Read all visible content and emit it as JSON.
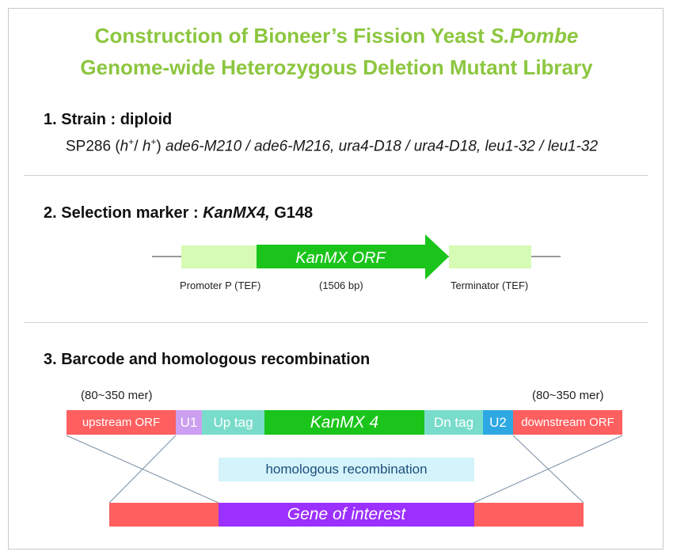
{
  "title": {
    "line1_prefix": "Construction of Bioneer’s Fission Yeast ",
    "line1_species": "S.Pombe",
    "line2": "Genome-wide Heterozygous Deletion Mutant Library"
  },
  "section1": {
    "heading": "1. Strain : diploid",
    "strain": "SP286",
    "h1": "h",
    "sup1": "+",
    "slash": "/ ",
    "h2": "h",
    "sup2": "+",
    "genotype": "ade6-M210 / ade6-M216, ura4-D18 / ura4-D18, leu1-32 / leu1-32"
  },
  "section2": {
    "heading_prefix": "2.  Selection marker : ",
    "marker": "KanMX4,",
    "heading_suffix": " G148",
    "orf_label": "KanMX ORF",
    "promoter_caption": "Promoter P (TEF)",
    "size_caption": "(1506 bp)",
    "terminator_caption": "Terminator (TEF)"
  },
  "section3": {
    "heading": "3.  Barcode and homologous recombination",
    "left_mer": "(80~350 mer)",
    "right_mer": "(80~350 mer)",
    "upstream": "upstream ORF",
    "u1": "U1",
    "up_tag": "Up tag",
    "kanmx": "KanMX 4",
    "dn_tag": "Dn tag",
    "u2": "U2",
    "downstream": "downstream ORF",
    "recombination": "homologous recombination",
    "gene": "Gene of interest"
  },
  "colors": {
    "title_green": "#8cc63f",
    "kanmx_green": "#1bc41b",
    "pale_green": "#d5fbb4",
    "salmon": "#ff5f5f",
    "u1_lavender": "#cc9ff0",
    "tag_teal": "#79dccb",
    "u2_blue": "#2ea8e3",
    "gene_purple": "#9b30ff",
    "recomb_bg": "#d4f3fb"
  }
}
